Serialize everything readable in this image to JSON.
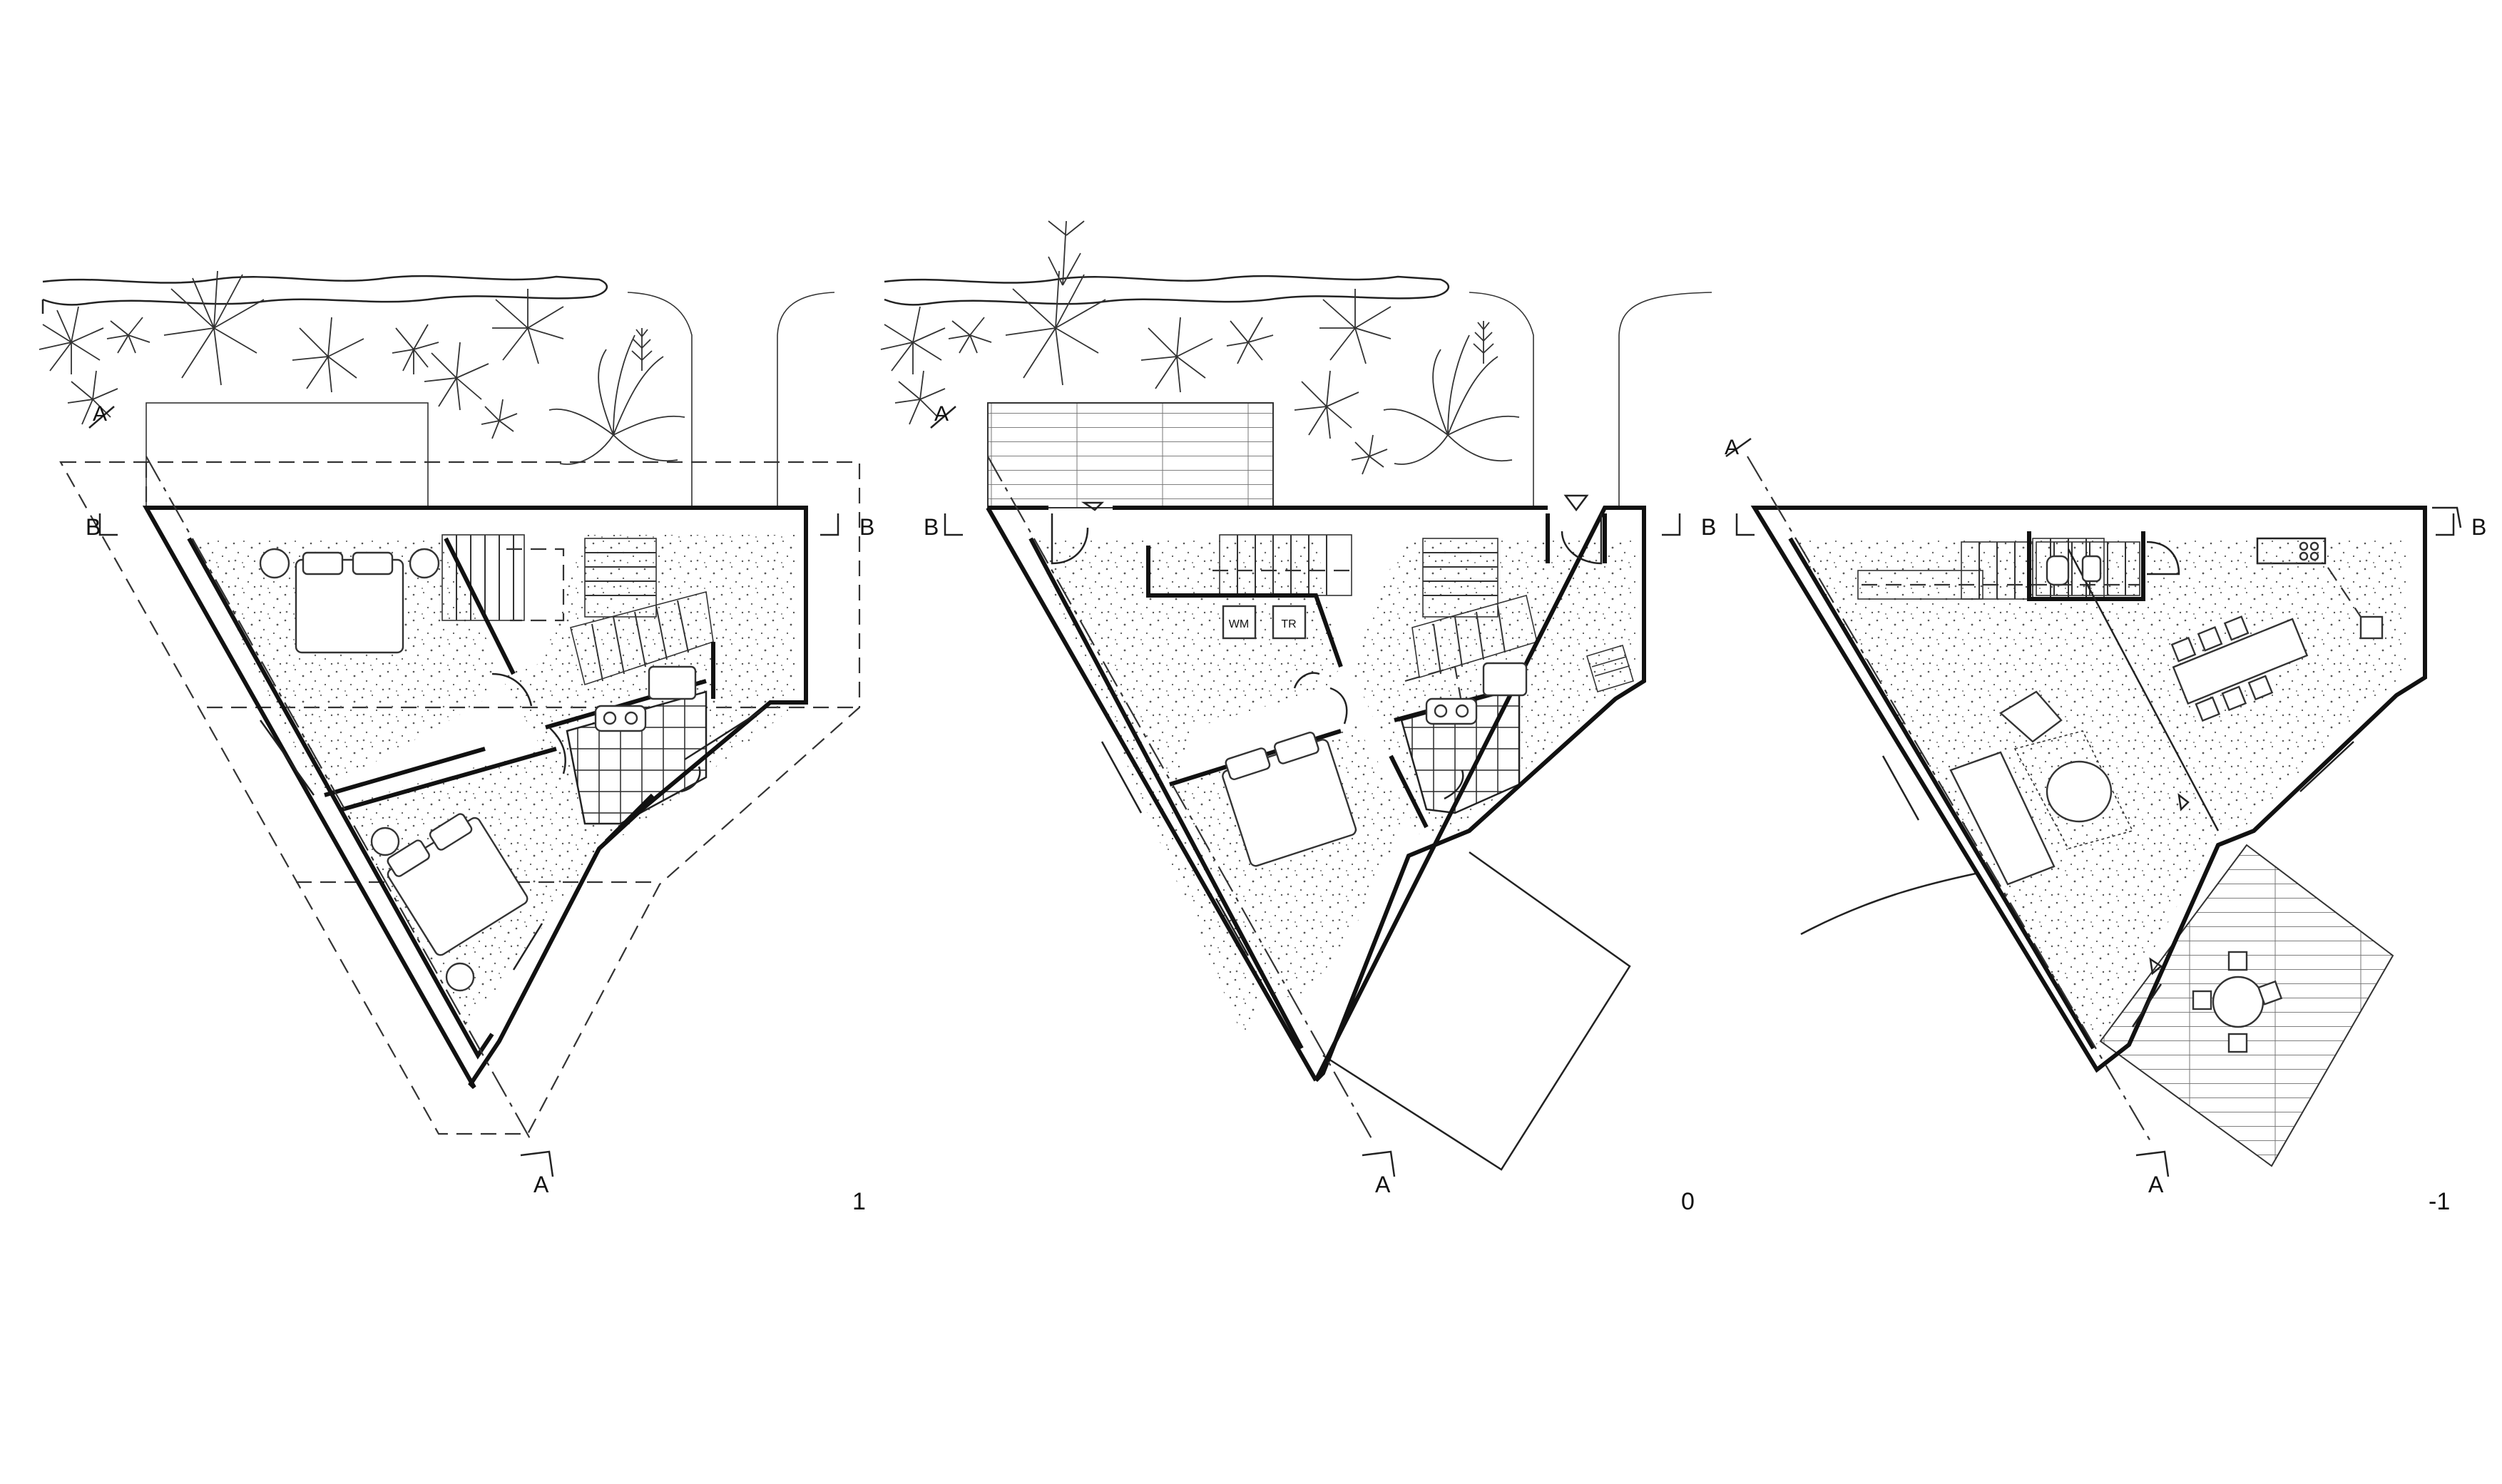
{
  "plans": [
    {
      "level_label": "1",
      "section_a_label": "A",
      "section_b_label": "B"
    },
    {
      "level_label": "0",
      "section_a_label": "A",
      "section_b_label": "B",
      "appliances": [
        "WM",
        "TR"
      ]
    },
    {
      "level_label": "-1",
      "section_a_label": "A",
      "section_b_label": "B"
    }
  ]
}
